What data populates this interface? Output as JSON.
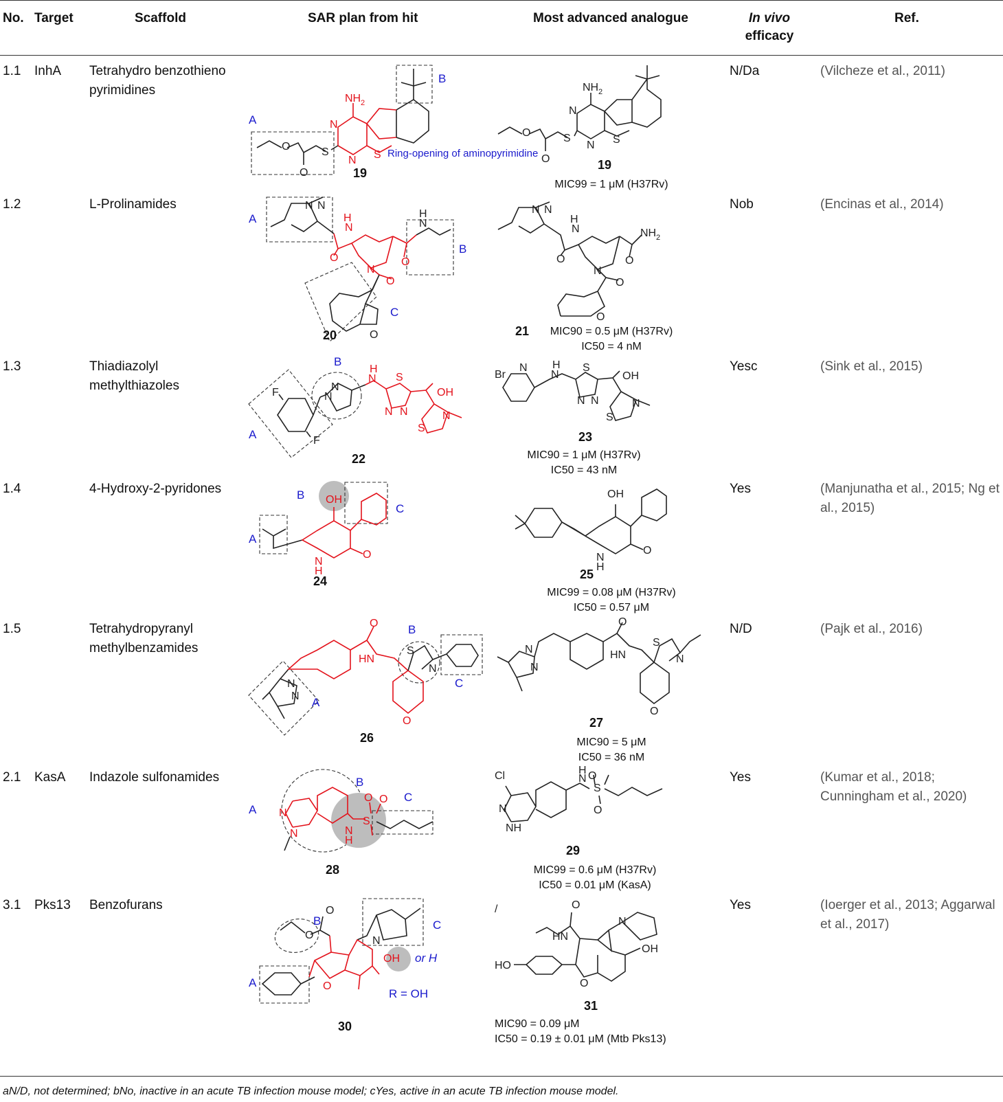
{
  "headers": {
    "no": "No.",
    "target": "Target",
    "scaffold": "Scaffold",
    "sar": "SAR plan from hit",
    "analogue": "Most advanced analogue",
    "invivo_line1": "In vivo",
    "invivo_line2": "efficacy",
    "ref": "Ref."
  },
  "rows": [
    {
      "no": "1.1",
      "target": "InhA",
      "scaffold": "Tetrahydro benzothieno pyrimidines",
      "hit": "19",
      "hit_note": "Ring-opening of aminopyrimidine",
      "analogue": "19",
      "activity": [
        "MIC99 = 1 μM (H37Rv)"
      ],
      "invivo": "N/Da",
      "ref": "(Vilcheze et al., 2011)"
    },
    {
      "no": "1.2",
      "target": "",
      "scaffold": "L-Prolinamides",
      "hit": "20",
      "analogue": "21",
      "activity": [
        "MIC90 = 0.5 μM (H37Rv)",
        "IC50 = 4 nM"
      ],
      "invivo": "Nob",
      "ref": "(Encinas et al., 2014)"
    },
    {
      "no": "1.3",
      "target": "",
      "scaffold": "Thiadiazolyl methylthiazoles",
      "hit": "22",
      "analogue": "23",
      "activity": [
        "MIC90 = 1 μM (H37Rv)",
        "IC50 = 43 nM"
      ],
      "invivo": "Yesc",
      "ref": "(Sink et al., 2015)"
    },
    {
      "no": "1.4",
      "target": "",
      "scaffold": "4-Hydroxy-2-pyridones",
      "hit": "24",
      "analogue": "25",
      "activity": [
        "MIC99 = 0.08 μM (H37Rv)",
        "IC50 = 0.57 μM"
      ],
      "invivo": "Yes",
      "ref": "(Manjunatha et al., 2015; Ng et al., 2015)"
    },
    {
      "no": "1.5",
      "target": "",
      "scaffold": "Tetrahydropyranyl methylbenzamides",
      "hit": "26",
      "analogue": "27",
      "activity": [
        "MIC90 = 5 μM",
        "IC50 = 36 nM"
      ],
      "invivo": "N/D",
      "ref": "(Pajk et al., 2016)"
    },
    {
      "no": "2.1",
      "target": "KasA",
      "scaffold": "Indazole sulfonamides",
      "hit": "28",
      "analogue": "29",
      "activity": [
        "MIC99 = 0.6 μM (H37Rv)",
        "IC50 = 0.01 μM (KasA)"
      ],
      "invivo": "Yes",
      "ref": "(Kumar et al., 2018; Cunningham et al., 2020)"
    },
    {
      "no": "3.1",
      "target": "Pks13",
      "scaffold": "Benzofurans",
      "hit": "30",
      "hit_note": "R = OH",
      "hit_note2": "or H",
      "analogue": "31",
      "activity": [
        "MIC90 = 0.09 μM",
        "IC50 = 0.19 ± 0.01 μM (Mtb Pks13)"
      ],
      "invivo": "Yes",
      "ref": "(Ioerger et al., 2013; Aggarwal et al., 2017)"
    }
  ],
  "footnote": "aN/D, not determined; bNo, inactive in an acute TB infection mouse model; cYes, active in an acute TB infection mouse model.",
  "sar_labels": [
    "A",
    "B",
    "C"
  ],
  "colors": {
    "scaffold_red": "#e3121b",
    "label_blue": "#1a1acc",
    "ref_gray": "#555555",
    "shade": "#bdbdbd"
  }
}
